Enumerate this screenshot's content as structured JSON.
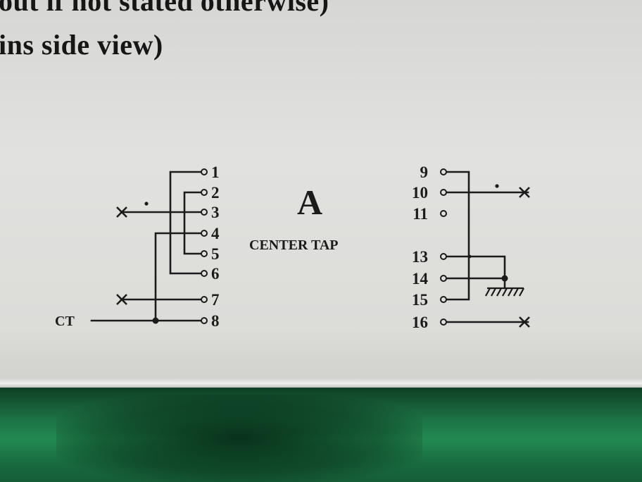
{
  "document": {
    "header_line1": "out if not stated otherwise)",
    "header_line2": "ins side view)"
  },
  "diagram": {
    "variant_label": "A",
    "caption": "CENTER TAP",
    "ct_label": "CT",
    "left_pins": [
      "1",
      "2",
      "3",
      "4",
      "5",
      "6",
      "7",
      "8"
    ],
    "right_pins": [
      "9",
      "10",
      "11",
      "13",
      "14",
      "15",
      "16"
    ],
    "polarity_mark": "•",
    "no_connect_mark": "×",
    "ground_symbol": "ground-icon"
  },
  "colors": {
    "paper": "#e0e0dd",
    "ink": "#1b1b1b",
    "table": "#1d7446"
  }
}
